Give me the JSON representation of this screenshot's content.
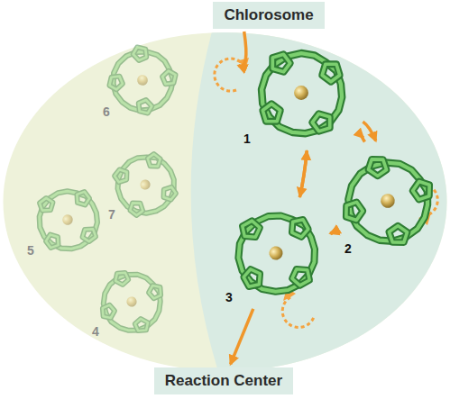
{
  "diagram": {
    "nodes": [
      {
        "text": [
          "Chlorosome"
        ]
      },
      {
        "text": [
          "1"
        ]
      },
      {
        "text": [
          "2"
        ]
      },
      {
        "text": [
          "3"
        ]
      },
      {
        "text": [
          "4"
        ]
      },
      {
        "text": [
          "5"
        ]
      },
      {
        "text": [
          "6"
        ]
      },
      {
        "text": [
          "7"
        ]
      },
      {
        "text": [
          "Reaction Center"
        ]
      }
    ],
    "edges": [
      {
        "from": 0,
        "to": 1,
        "arrow": "to"
      },
      {
        "from": 1,
        "to": 3,
        "arrow": "to"
      },
      {
        "from": 3,
        "to": 1,
        "arrow": "to"
      },
      {
        "from": 1,
        "to": 2,
        "arrow": "to"
      },
      {
        "from": 2,
        "to": 1,
        "arrow": "to"
      },
      {
        "from": 2,
        "to": 3,
        "arrow": "to"
      },
      {
        "from": 3,
        "to": 2,
        "arrow": "to"
      },
      {
        "from": 3,
        "to": 8,
        "arrow": "to"
      }
    ]
  }
}
